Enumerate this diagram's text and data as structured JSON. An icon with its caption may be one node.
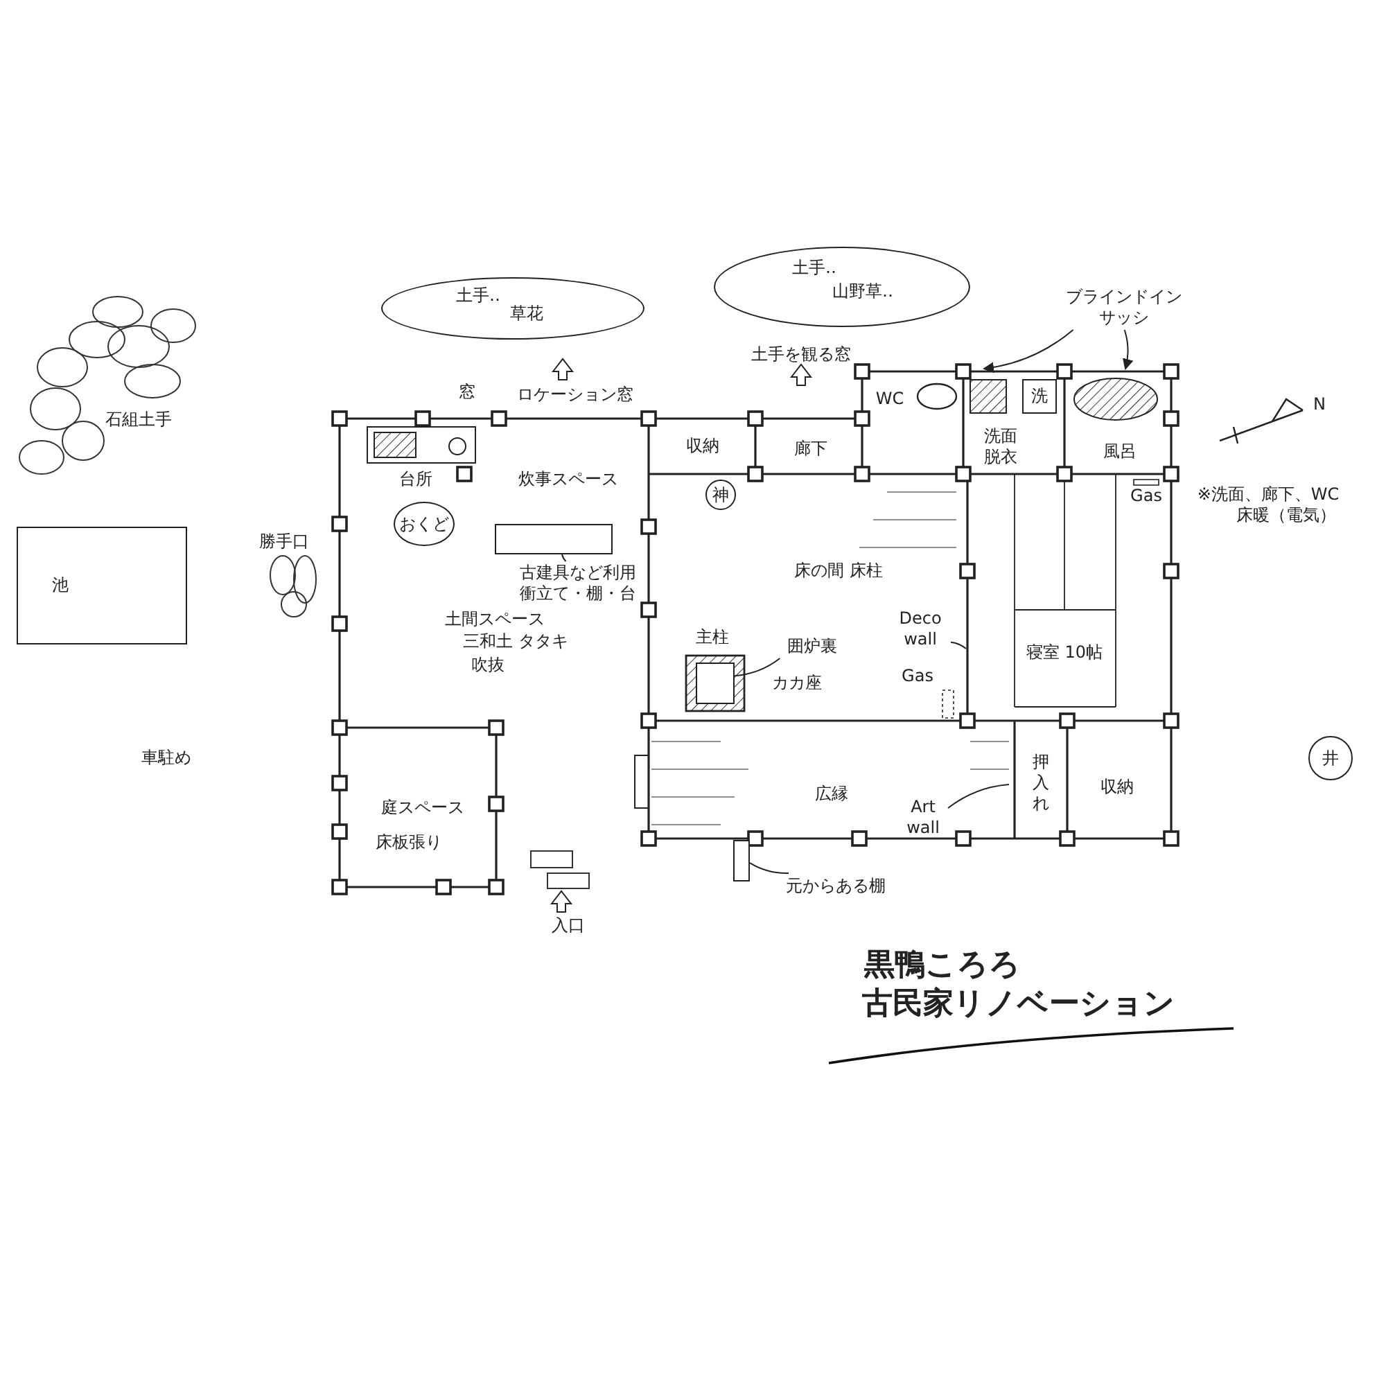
{
  "diagram": {
    "nodes": [
      {
        "text": [
          "池"
        ]
      },
      {
        "text": [
          "土手‥",
          "草花"
        ]
      },
      {
        "text": [
          "土手‥",
          "山野草‥"
        ]
      },
      {
        "text": [
          "おくど"
        ]
      },
      {
        "text": [
          "古建具など利用",
          "衝立て・棚・台"
        ]
      },
      {
        "text": [],
        "shape": "box"
      },
      {
        "text": [
          "神"
        ]
      },
      {
        "text": [],
        "shape": "box"
      },
      {
        "text": [
          "囲炉裏"
        ]
      },
      {
        "text": [
          "Deco wall"
        ]
      },
      {
        "text": [
          "Art wall"
        ]
      },
      {
        "text": [
          "元からある棚"
        ]
      },
      {
        "text": [],
        "shape": "box"
      },
      {
        "text": [
          "ブラインドイン",
          "サッシ"
        ]
      },
      {
        "text": [
          "井"
        ]
      }
    ],
    "edges": [
      {
        "from": 4,
        "to": 5,
        "arrow": "none"
      },
      {
        "from": 9,
        "to": null,
        "arrow": "none"
      },
      {
        "from": 10,
        "to": null,
        "arrow": "none"
      },
      {
        "from": 11,
        "to": 12,
        "arrow": "none"
      },
      {
        "from": 13,
        "to": null,
        "arrow": "to"
      },
      {
        "from": 13,
        "to": null,
        "arrow": "to"
      },
      {
        "from": 8,
        "to": 7,
        "arrow": "none"
      }
    ],
    "labels": [
      "石組土手",
      "窓",
      "ロケーション窓",
      "土手を観る窓",
      "WC",
      "洗",
      "N",
      "※洗面、廊下、WC",
      "床暖（電気）",
      "台所",
      "炊事スペース",
      "収納",
      "廊下",
      "洗面",
      "脱衣",
      "風呂",
      "Gas",
      "勝手口",
      "床の間 床柱",
      "土間スペース",
      "三和土 タタキ",
      "吹抜",
      "主柱",
      "カカ座",
      "Gas",
      "寝室 10帖",
      "車駐め",
      "広縁",
      "押入れ",
      "収納",
      "庭スペース",
      "床板張り",
      "入口",
      "黒鴨ころろ",
      "古民家リノベーション"
    ]
  }
}
